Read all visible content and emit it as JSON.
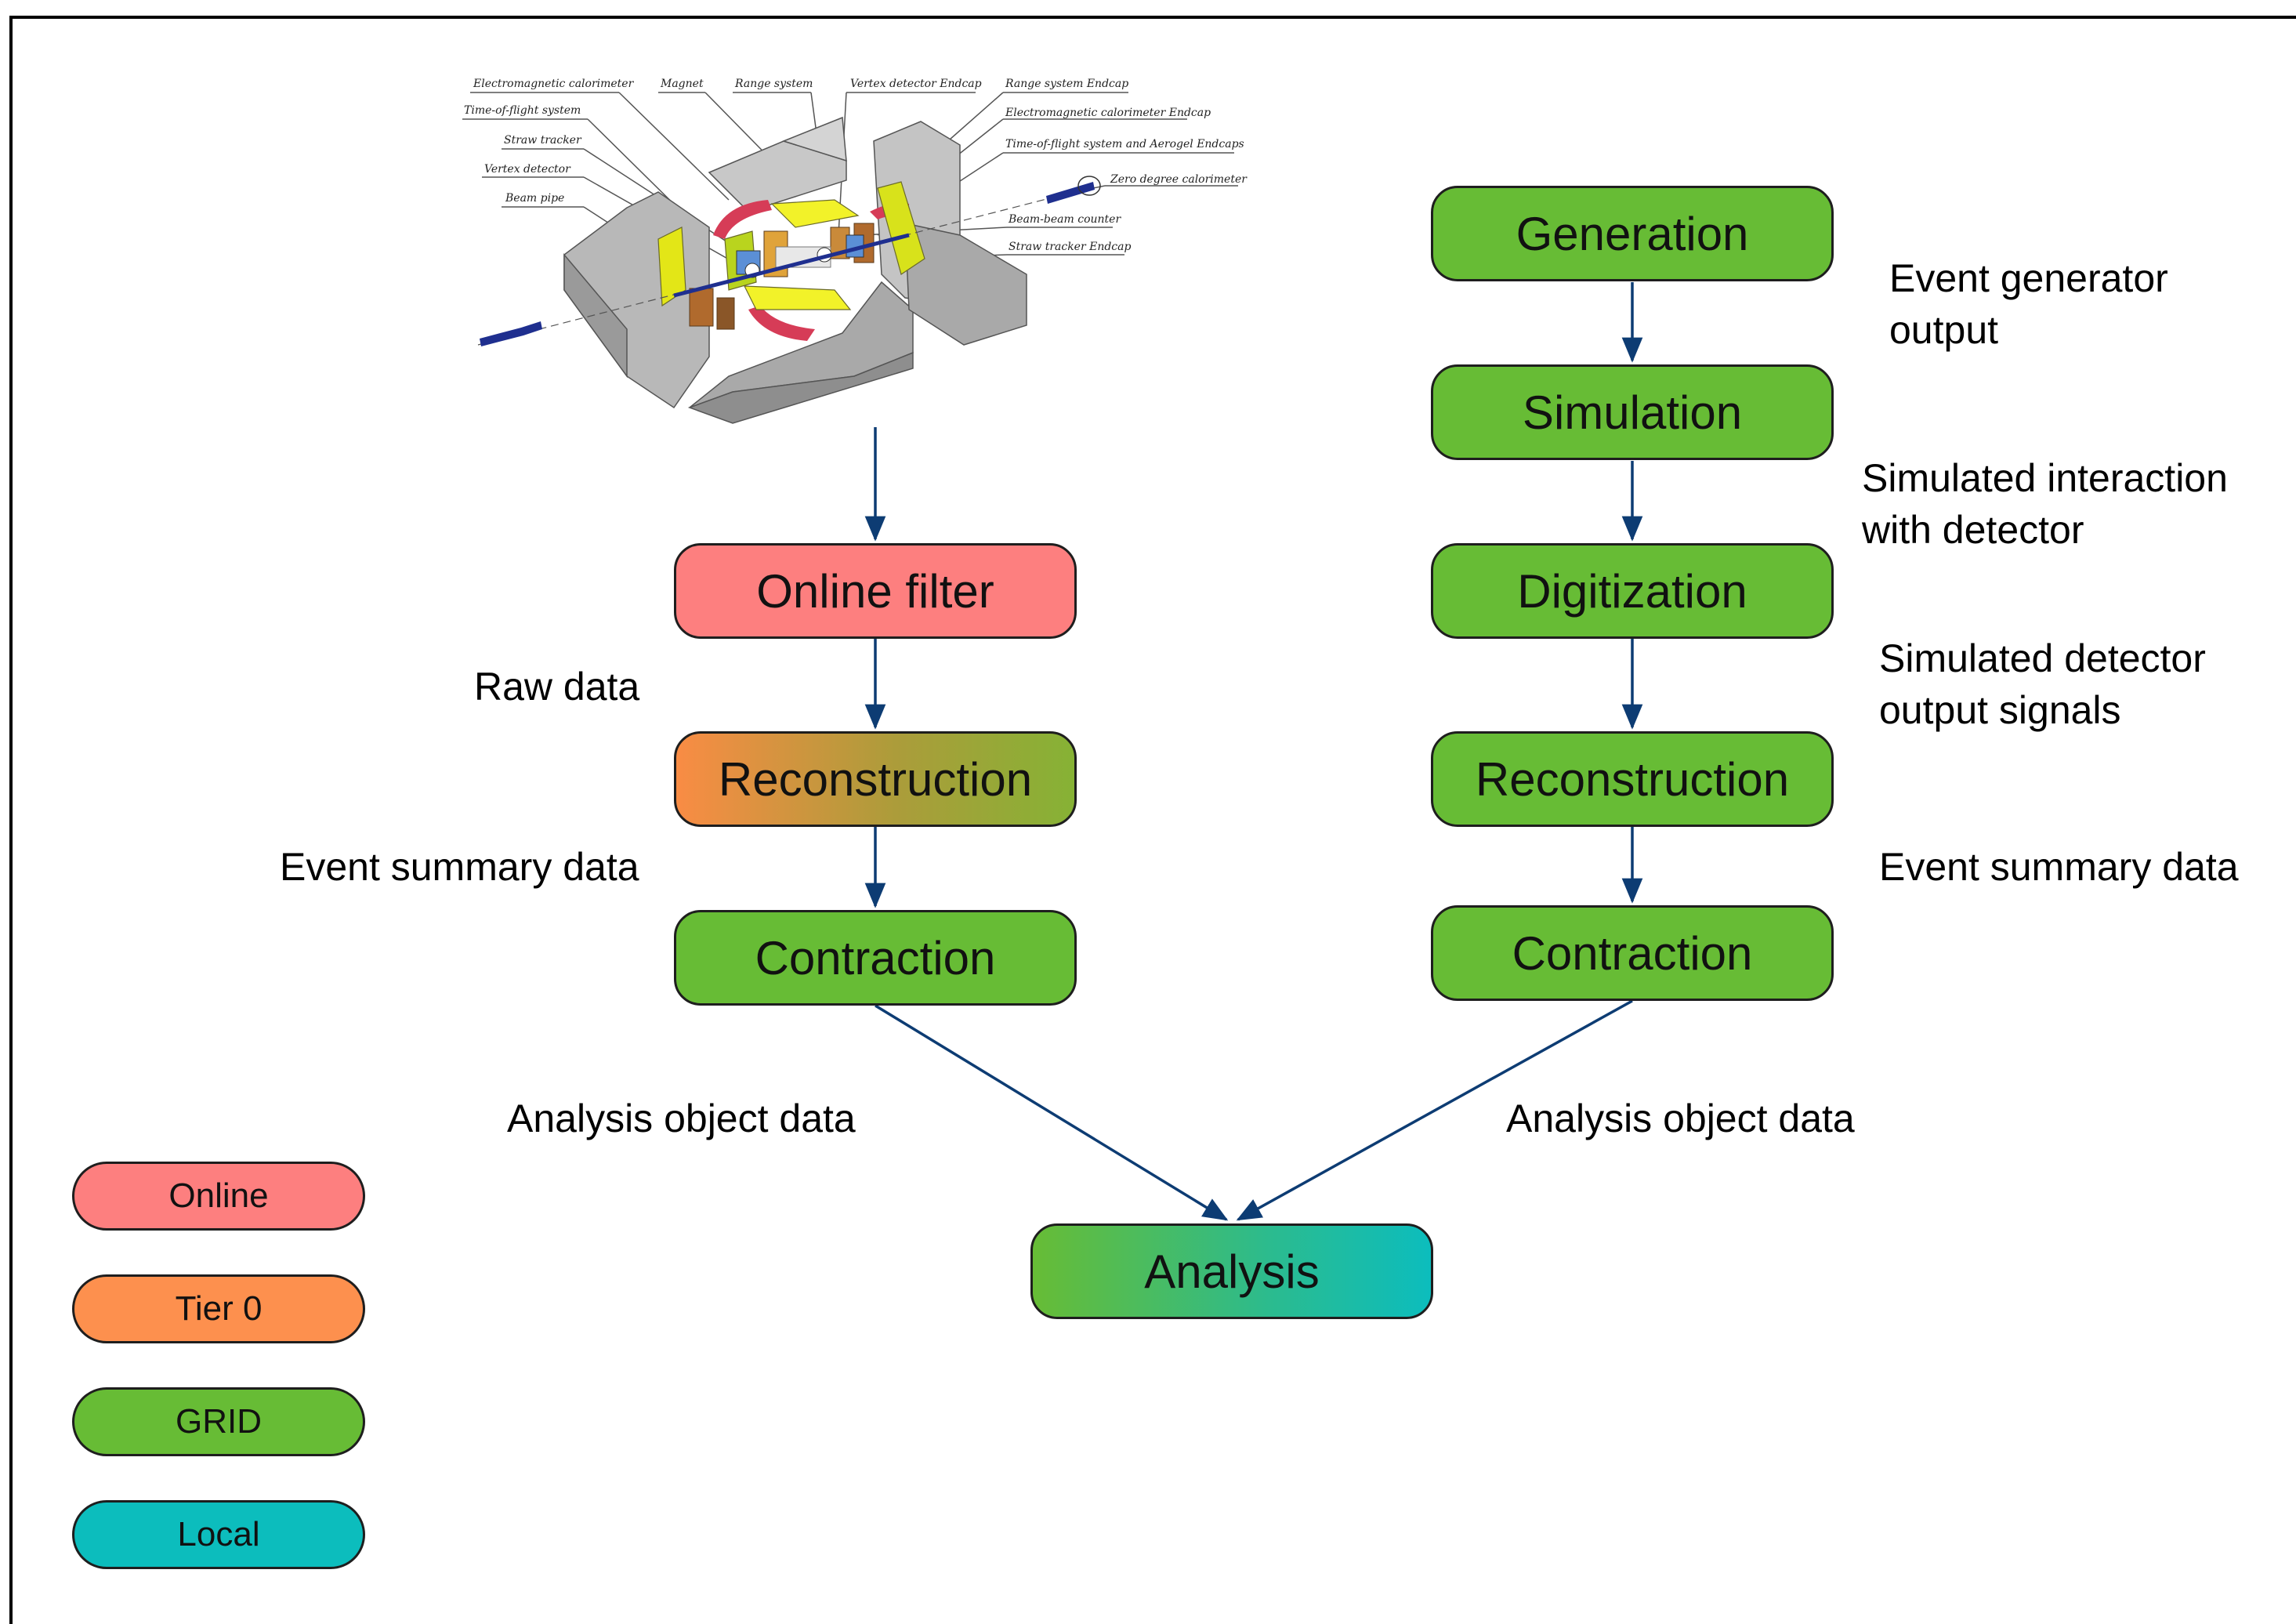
{
  "detector_labels": {
    "electromagnetic_calorimeter": "Electromagnetic calorimeter",
    "magnet": "Magnet",
    "range_system": "Range system",
    "vertex_detector_endcap": "Vertex detector Endcap",
    "range_system_endcap": "Range system Endcap",
    "electromagnetic_calorimeter_endcap": "Electromagnetic calorimeter Endcap",
    "time_of_flight_system": "Time-of-flight system",
    "tof_aerogel_endcaps": "Time-of-flight system and Aerogel Endcaps",
    "straw_tracker": "Straw tracker",
    "zero_degree_calorimeter": "Zero degree calorimeter",
    "vertex_detector": "Vertex detector",
    "beam_pipe": "Beam pipe",
    "beam_beam_counter": "Beam-beam counter",
    "straw_tracker_endcap": "Straw tracker Endcap"
  },
  "left_chain": {
    "online_filter": "Online filter",
    "reconstruction": "Reconstruction",
    "contraction": "Contraction",
    "raw_data": "Raw data",
    "event_summary_data": "Event summary data",
    "analysis_object_data": "Analysis object data"
  },
  "right_chain": {
    "generation": "Generation",
    "simulation": "Simulation",
    "digitization": "Digitization",
    "reconstruction": "Reconstruction",
    "contraction": "Contraction",
    "event_generator_output": [
      "Event generator",
      "output"
    ],
    "simulated_interaction": [
      "Simulated interaction",
      "with detector"
    ],
    "simulated_detector_output": [
      "Simulated detector",
      "output signals"
    ],
    "event_summary_data": "Event summary data",
    "analysis_object_data": "Analysis object data"
  },
  "analysis": "Analysis",
  "legend": {
    "online": "Online",
    "tier0": "Tier 0",
    "grid": "GRID",
    "local": "Local"
  },
  "colors": {
    "online": "#fd7f7f",
    "tier0": "#f98c44",
    "grid": "#67bc35",
    "local": "#0cbdbd",
    "arrow": "#0d3c73"
  }
}
